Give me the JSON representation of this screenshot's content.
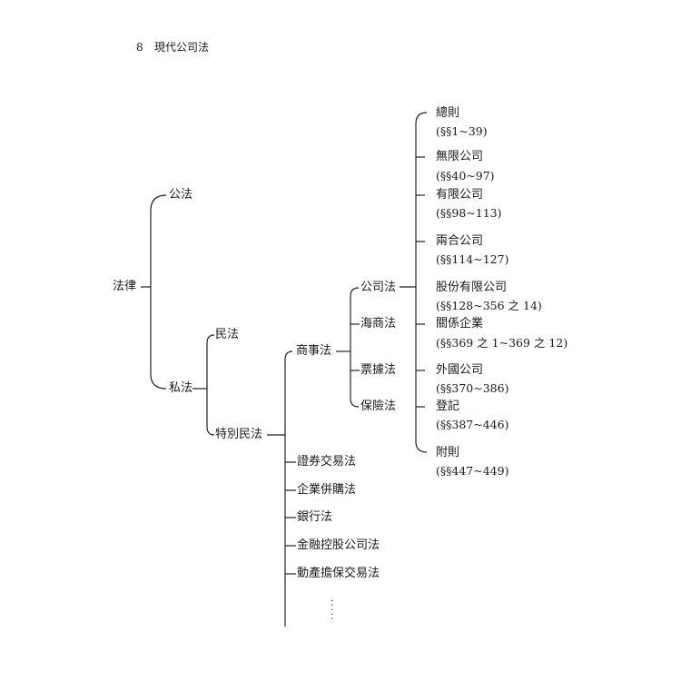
{
  "header": {
    "page_number": "8",
    "book_title": "現代公司法"
  },
  "tree": {
    "root": "法律",
    "public_law": "公法",
    "private_law": "私法",
    "civil_law": "民法",
    "special_civil_law": "特別民法",
    "commercial_law": "商事法",
    "commercial_sub": [
      "公司法",
      "海商法",
      "票據法",
      "保險法"
    ],
    "other_special_laws": [
      "證券交易法",
      "企業併購法",
      "銀行法",
      "金融控股公司法",
      "動產擔保交易法"
    ],
    "ellipsis": "⋮",
    "company_law_chapters": [
      {
        "title": "總則",
        "sections": "(§§1~39)"
      },
      {
        "title": "無限公司",
        "sections": "(§§40~97)"
      },
      {
        "title": "有限公司",
        "sections": "(§§98~113)"
      },
      {
        "title": "兩合公司",
        "sections": "(§§114~127)"
      },
      {
        "title": "股份有限公司",
        "sections": "(§§128~356 之 14)"
      },
      {
        "title": "關係企業",
        "sections": "(§§369 之 1~369 之 12)"
      },
      {
        "title": "外國公司",
        "sections": "(§§370~386)"
      },
      {
        "title": "登記",
        "sections": "(§§387~446)"
      },
      {
        "title": "附則",
        "sections": "(§§447~449)"
      }
    ]
  }
}
